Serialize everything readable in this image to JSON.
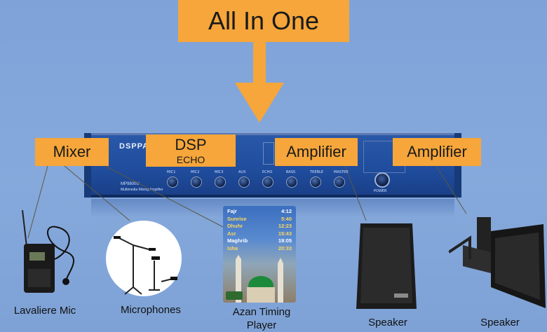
{
  "headline": "All In One",
  "stages": {
    "mixer": "Mixer",
    "dsp": "DSP",
    "dsp_sub": "ECHO",
    "amplifier_left": "Amplifier",
    "amplifier_right": "Amplifier"
  },
  "device": {
    "brand": "DSPPA",
    "model": "MP9800U",
    "subtitle": "Multimedia Mixing Amplifier",
    "knobs": [
      "MIC1",
      "MIC2",
      "MIC3",
      "AUX",
      "ECHO",
      "BASS",
      "TREBLE",
      "MASTER"
    ],
    "power_label": "POWER"
  },
  "azan": {
    "prayers": [
      {
        "name": "Fajr",
        "time": "4:12"
      },
      {
        "name": "Sunrise",
        "time": "5:40"
      },
      {
        "name": "Dhuhr",
        "time": "12:23"
      },
      {
        "name": "Asr",
        "time": "15:43"
      },
      {
        "name": "Maghrib",
        "time": "19:05"
      },
      {
        "name": "Isha",
        "time": "20:33"
      }
    ]
  },
  "captions": {
    "lavaliere": "Lavaliere Mic",
    "microphones": "Microphones",
    "azan_line1": "Azan Timing",
    "azan_line2": "Player",
    "speaker1": "Speaker",
    "speaker2": "Speaker"
  },
  "colors": {
    "background": "#7fa3d9",
    "label_orange": "#f6a63a",
    "device_blue": "#1f4c9c"
  }
}
